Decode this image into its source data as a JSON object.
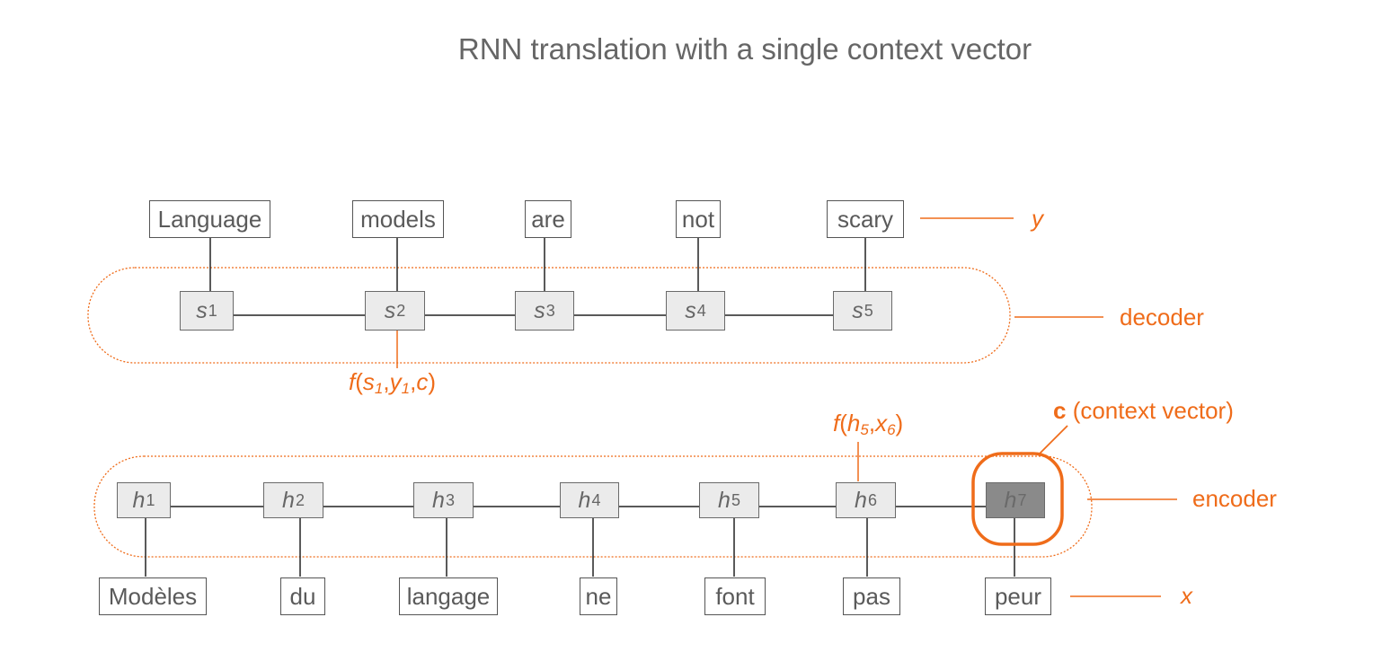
{
  "title": "RNN translation with a single context vector",
  "decoder": {
    "label": "decoder",
    "output_label": "y",
    "outputs": [
      "Language",
      "models",
      "are",
      "not",
      "scary"
    ],
    "states": [
      {
        "sym": "s",
        "idx": "1"
      },
      {
        "sym": "s",
        "idx": "2"
      },
      {
        "sym": "s",
        "idx": "3"
      },
      {
        "sym": "s",
        "idx": "4"
      },
      {
        "sym": "s",
        "idx": "5"
      }
    ],
    "fn": {
      "f": "f",
      "open": "(",
      "a": "s",
      "a_idx": "1",
      "comma1": ",",
      "b": "y",
      "b_idx": "1",
      "comma2": ",",
      "c": "c",
      "close": ")"
    }
  },
  "encoder": {
    "label": "encoder",
    "input_label": "x",
    "inputs": [
      "Modèles",
      "du",
      "langage",
      "ne",
      "font",
      "pas",
      "peur"
    ],
    "states": [
      {
        "sym": "h",
        "idx": "1"
      },
      {
        "sym": "h",
        "idx": "2"
      },
      {
        "sym": "h",
        "idx": "3"
      },
      {
        "sym": "h",
        "idx": "4"
      },
      {
        "sym": "h",
        "idx": "5"
      },
      {
        "sym": "h",
        "idx": "6"
      },
      {
        "sym": "h",
        "idx": "7"
      }
    ],
    "fn": {
      "f": "f",
      "open": "(",
      "a": "h",
      "a_idx": "5",
      "comma1": ",",
      "b": "x",
      "b_idx": "6",
      "close": ")"
    }
  },
  "context": {
    "bold": "c",
    "text": " (context vector)"
  },
  "colors": {
    "accent": "#ef6c1a",
    "cell": "#ebebeb",
    "context_cell": "#8a8a8a",
    "line": "#222222"
  }
}
